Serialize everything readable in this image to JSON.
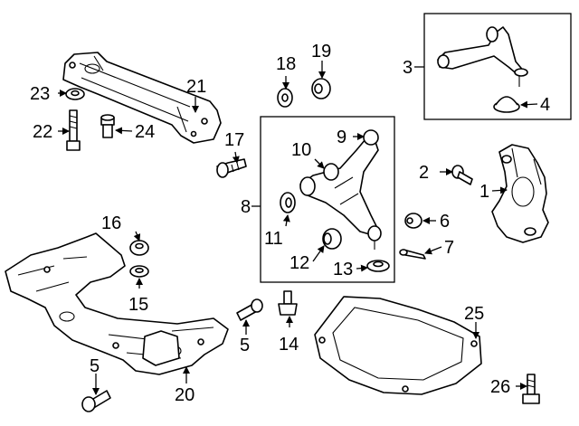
{
  "callouts": {
    "c1": "1",
    "c2": "2",
    "c3": "3",
    "c4": "4",
    "c5a": "5",
    "c5b": "5",
    "c6": "6",
    "c7": "7",
    "c8": "8",
    "c9": "9",
    "c10": "10",
    "c11": "11",
    "c12": "12",
    "c13": "13",
    "c14": "14",
    "c15": "15",
    "c16": "16",
    "c17": "17",
    "c18": "18",
    "c19": "19",
    "c20": "20",
    "c21": "21",
    "c22": "22",
    "c23": "23",
    "c24": "24",
    "c25": "25",
    "c26": "26"
  }
}
